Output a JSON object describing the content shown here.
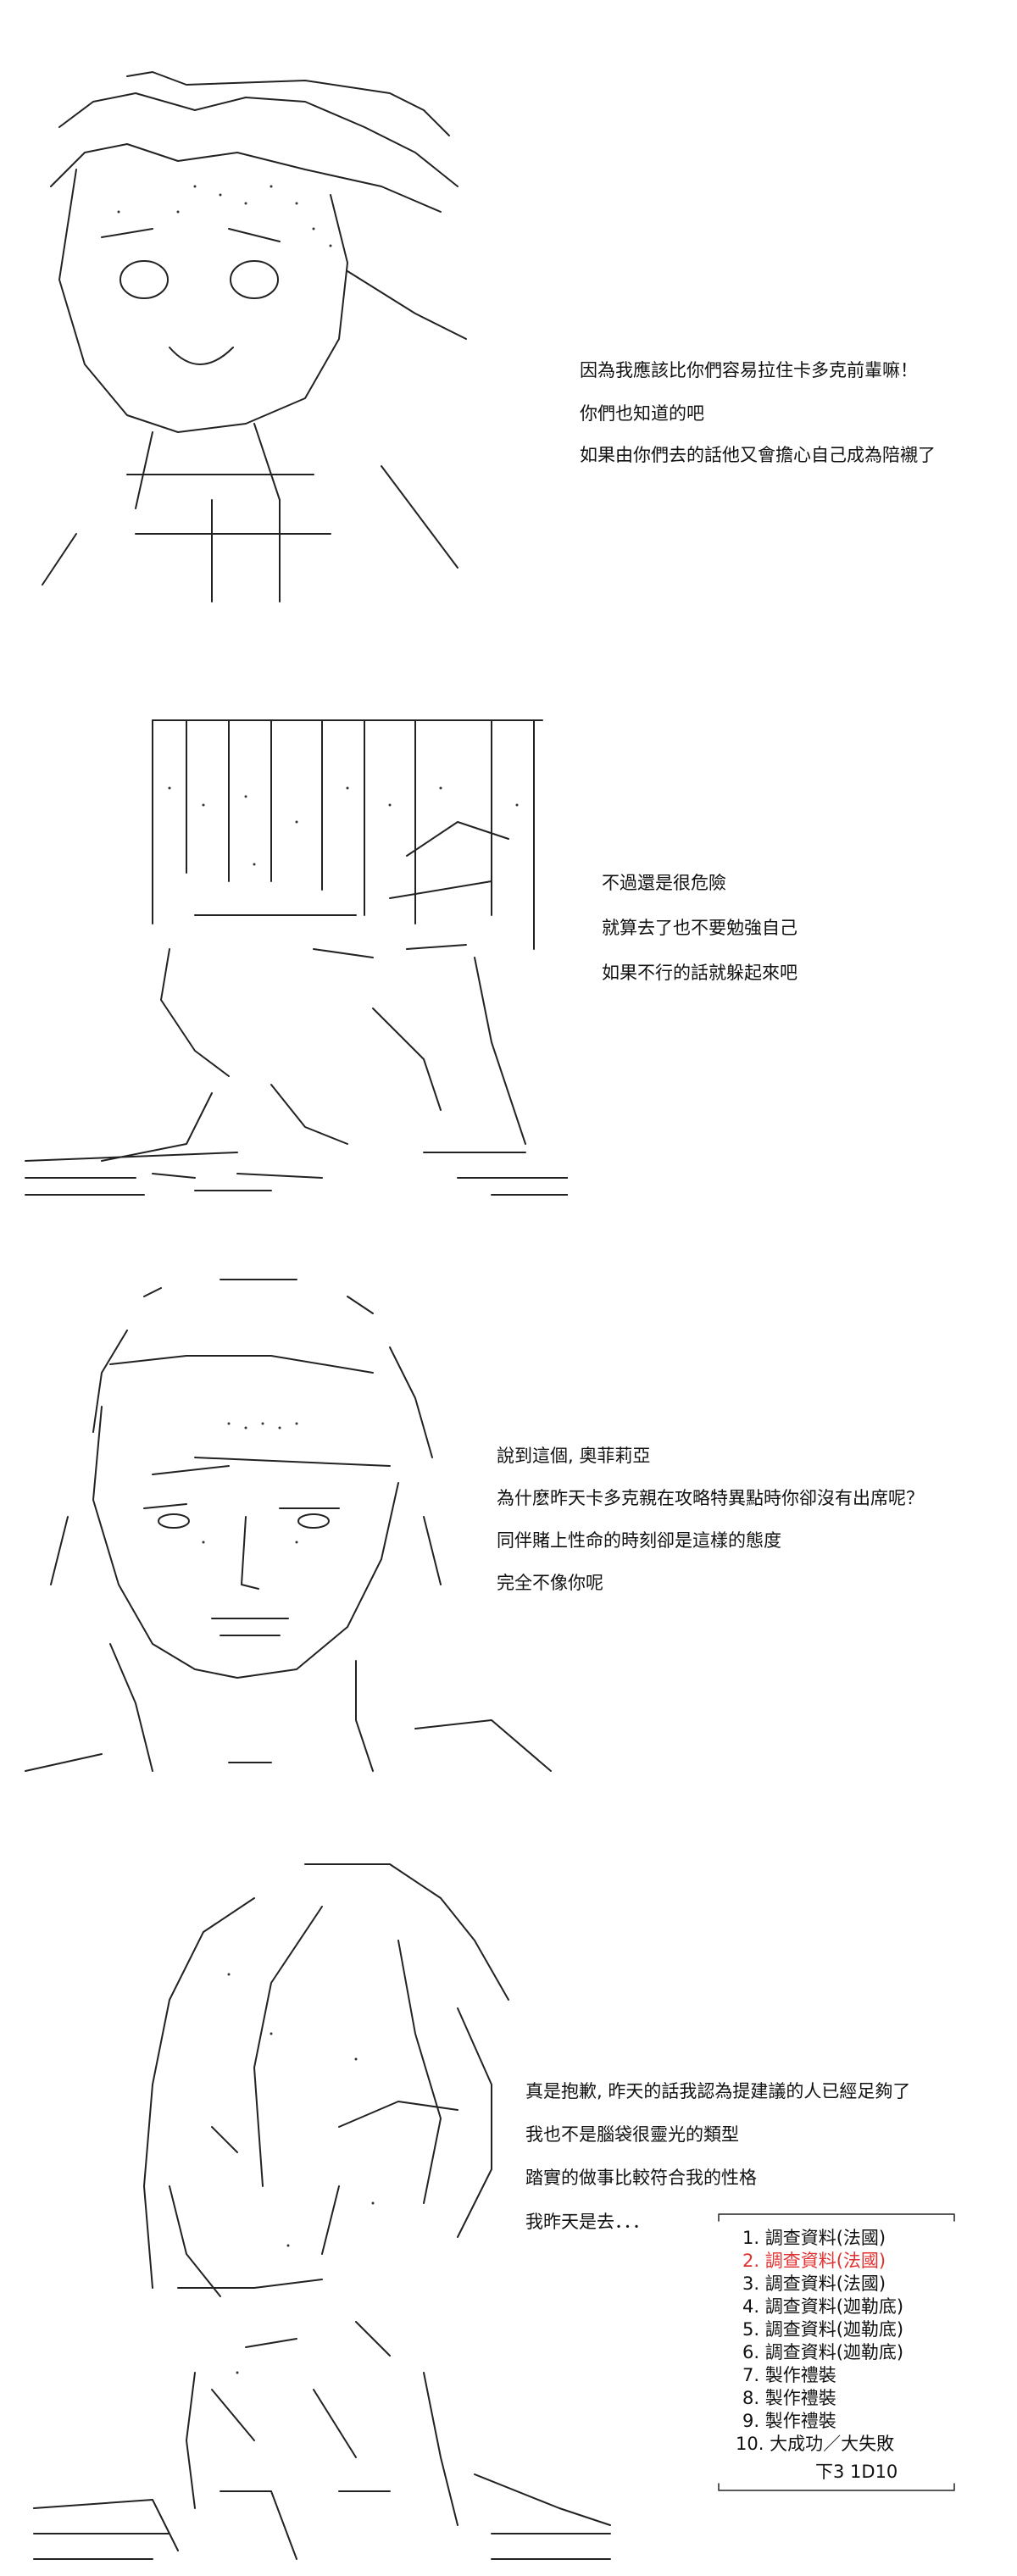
{
  "panels": [
    {
      "lines": [
        "因為我應該比你們容易拉住卡多克前輩嘛！",
        "你們也知道的吧",
        "如果由你們去的話他又會擔心自己成為陪襯了"
      ]
    },
    {
      "lines": [
        "不過還是很危險",
        "就算去了也不要勉強自己",
        "如果不行的話就躲起來吧"
      ]
    },
    {
      "lines": [
        "說到這個, 奧菲莉亞",
        "為什麽昨天卡多克親在攻略特異點時你卻沒有出席呢？",
        "同伴賭上性命的時刻卻是這樣的態度",
        "完全不像你呢"
      ]
    },
    {
      "lines": [
        "真是抱歉, 昨天的話我認為提建議的人已經足夠了",
        "我也不是腦袋很靈光的類型",
        "踏實的做事比較符合我的性格",
        "我昨天是去．．．"
      ]
    }
  ],
  "dice_table": {
    "items": [
      "1. 調查資料(法國)",
      "2. 調查資料(法國)",
      "3. 調查資料(法國)",
      "4. 調查資料(迦勒底)",
      "5. 調查資料(迦勒底)",
      "6. 調查資料(迦勒底)",
      "7. 製作禮裝",
      "8. 製作禮裝",
      "9. 製作禮裝",
      "10. 大成功／大失敗"
    ],
    "highlighted_index": 1,
    "highlight_color": "#e03030",
    "result": "下3   1D10"
  },
  "colors": {
    "text": "#111111",
    "background": "#ffffff",
    "art_stroke": "#222222"
  }
}
